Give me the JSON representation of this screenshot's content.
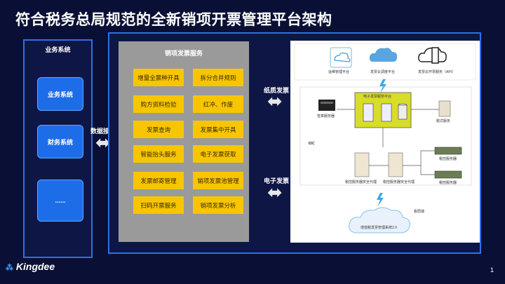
{
  "title": "符合税务总局规范的全新销项开票管理平台架构",
  "business": {
    "title": "业务系统",
    "boxes": [
      "业务系统",
      "财务系统",
      "......"
    ]
  },
  "services": {
    "title": "销项发票服务",
    "items": [
      [
        "增量全票种开具",
        "拆分合并规则"
      ],
      [
        "购方资料检验",
        "红冲、作废"
      ],
      [
        "发票查询",
        "发票集中开具"
      ],
      [
        "智能抬头服务",
        "电子发票获取"
      ],
      [
        "发票邮寄管理",
        "销项发票池管理"
      ],
      [
        "扫码开票服务",
        "销项发票分析"
      ]
    ]
  },
  "connectors": {
    "data_interface": "数据接口",
    "paper_invoice": "纸质发票",
    "electronic_invoice": "电子发票"
  },
  "architecture": {
    "cloud_labels": [
      "运维管理平台",
      "发票云调度平台",
      "发票云开票服务（API）"
    ],
    "platform_title": "电子发票服务平台",
    "sign_server": "签章服务器",
    "tax_service": "税式服务",
    "idc": "IDC",
    "agent1": "税控服务器安全代理",
    "agent2": "税控服务器安全代理",
    "tax_server1": "税控服务器",
    "tax_server2": "税控服务器",
    "tax_bureau": "税局端",
    "bottom_cloud": "增值税发票管理系统2.0"
  },
  "footer": {
    "logo": "Kingdee",
    "page": "1"
  }
}
